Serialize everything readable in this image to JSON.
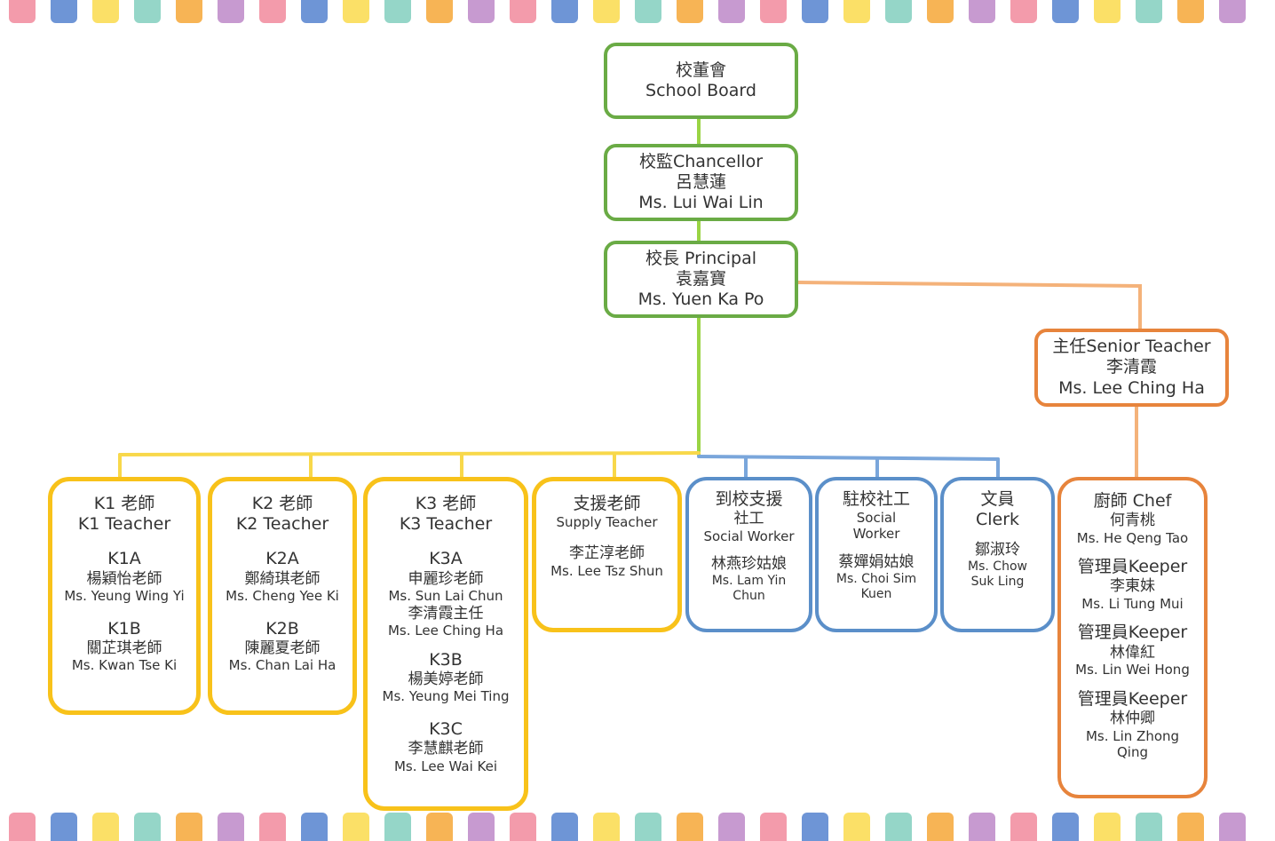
{
  "decor": {
    "palette": [
      "#f39bab",
      "#6e95d6",
      "#fbe067",
      "#95d6c8",
      "#f7b455",
      "#c79ad0"
    ]
  },
  "colors": {
    "green": "#6aab45",
    "orange": "#e7843c",
    "yellow": "#f8c21a",
    "blue": "#5b8fc9",
    "lime_line": "#9ad444"
  },
  "school_board": {
    "zh": "校董會",
    "en": "School Board"
  },
  "chancellor": {
    "title": "校監Chancellor",
    "name_zh": "呂慧蓮",
    "name_en": "Ms. Lui Wai Lin"
  },
  "principal": {
    "title": "校長 Principal",
    "name_zh": "袁嘉寶",
    "name_en": "Ms. Yuen Ka Po"
  },
  "senior_teacher": {
    "title": "主任Senior Teacher",
    "name_zh": "李清霞",
    "name_en": "Ms. Lee Ching Ha"
  },
  "k1": {
    "title_zh": "K1 老師",
    "title_en": "K1 Teacher",
    "classes": [
      {
        "cls": "K1A",
        "zh": "楊穎怡老師",
        "en": "Ms. Yeung Wing Yi"
      },
      {
        "cls": "K1B",
        "zh": "關芷琪老師",
        "en": "Ms. Kwan Tse Ki"
      }
    ]
  },
  "k2": {
    "title_zh": "K2 老師",
    "title_en": "K2 Teacher",
    "classes": [
      {
        "cls": "K2A",
        "zh": "鄭綺琪老師",
        "en": "Ms. Cheng Yee Ki"
      },
      {
        "cls": "K2B",
        "zh": "陳麗夏老師",
        "en": "Ms. Chan Lai Ha"
      }
    ]
  },
  "k3": {
    "title_zh": "K3 老師",
    "title_en": "K3 Teacher",
    "classes": [
      {
        "cls": "K3A",
        "zh": "申麗珍老師",
        "en": "Ms. Sun Lai Chun",
        "zh2": "李清霞主任",
        "en2": "Ms. Lee Ching Ha"
      },
      {
        "cls": "K3B",
        "zh": "楊美婷老師",
        "en": "Ms. Yeung Mei Ting"
      },
      {
        "cls": "K3C",
        "zh": "李慧麒老師",
        "en": "Ms. Lee Wai Kei"
      }
    ]
  },
  "supply": {
    "title_zh": "支援老師",
    "title_en": "Supply Teacher",
    "name_zh": "李芷淳老師",
    "name_en": "Ms. Lee Tsz Shun"
  },
  "social_worker": {
    "title_zh1": "到校支援",
    "title_zh2": "社工",
    "title_en": "Social Worker",
    "name_zh": "林燕珍姑娘",
    "name_en1": "Ms. Lam Yin",
    "name_en2": "Chun"
  },
  "resident_sw": {
    "title_zh": "駐校社工",
    "title_en1": "Social",
    "title_en2": "Worker",
    "name_zh": "蔡嬋娟姑娘",
    "name_en1": "Ms. Choi Sim",
    "name_en2": "Kuen"
  },
  "clerk": {
    "title_zh": "文員",
    "title_en": "Clerk",
    "name_zh": "鄒淑玲",
    "name_en1": "Ms. Chow",
    "name_en2": "Suk Ling"
  },
  "chef": {
    "title": "廚師 Chef",
    "name_zh": "何青桃",
    "name_en": "Ms. He Qeng Tao",
    "keepers": [
      {
        "title": "管理員Keeper",
        "zh": "李東妹",
        "en": "Ms. Li Tung Mui"
      },
      {
        "title": "管理員Keeper",
        "zh": "林偉紅",
        "en": "Ms. Lin Wei Hong"
      },
      {
        "title": "管理員Keeper",
        "zh": "林仲卿",
        "en1": "Ms. Lin Zhong",
        "en2": "Qing"
      }
    ]
  }
}
